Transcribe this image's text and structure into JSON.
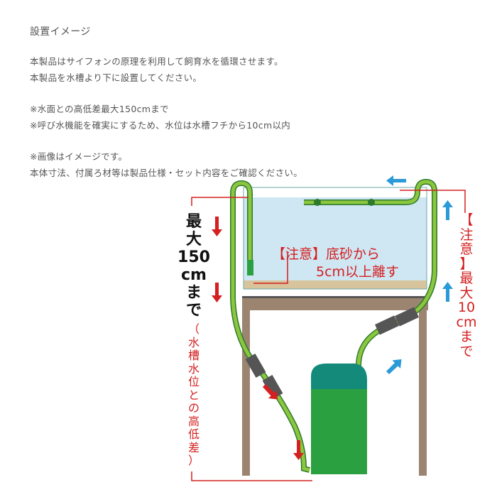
{
  "heading": "設置イメージ",
  "paragraphs": [
    "本製品はサイフォンの原理を利用して飼育水を循環させます。",
    "本製品を水槽より下に設置してください。",
    "※水面との高低差最大150cmまで",
    "※呼び水機能を確実にするため、水位は水槽フチから10cm以内",
    "※画像はイメージです。",
    "本体寸法、付属ろ材等は製品仕様・セット内容をご確認ください。"
  ],
  "diagram": {
    "left_label": [
      "最",
      "大",
      "150",
      "cm",
      "ま",
      "で"
    ],
    "left_sub": [
      "（",
      "水",
      "槽",
      "水",
      "位",
      "と",
      "の",
      "高",
      "低",
      "差",
      "）"
    ],
    "right_label": [
      "【",
      "注",
      "意",
      "】",
      "最",
      "大",
      "10",
      "cm",
      "ま",
      "で"
    ],
    "center_note_1": "【注意】底砂から",
    "center_note_2": "5cm以上離す",
    "colors": {
      "water": "#cfe6f3",
      "hose": "#8cc63f",
      "filter": "#2aa040",
      "filter_top": "#138a7a",
      "stand": "#9b8570",
      "sand": "#d8c49c",
      "red": "#d42020",
      "blue": "#2a9ad8"
    }
  }
}
